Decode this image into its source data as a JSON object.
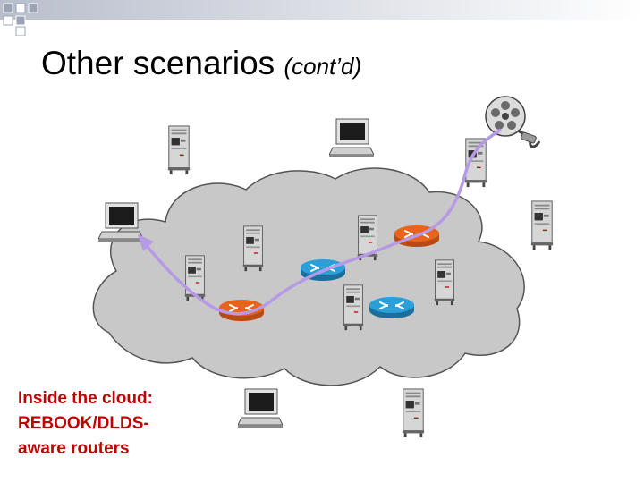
{
  "slide": {
    "title": "Other scenarios",
    "title_suffix": "(cont’d)",
    "caption": [
      "Inside the cloud:",
      "REBOOK/DLDS-",
      "aware routers"
    ]
  },
  "icons": {
    "server": "server-tower-icon",
    "computer": "computer-monitor-icon",
    "router": "router-icon",
    "film": "film-reel-icon"
  },
  "colors": {
    "cloud_fill": "#c8c8c8",
    "cloud_stroke": "#555555",
    "path": "#b79ae6",
    "router_dlds": "#e8641c",
    "router_plain": "#2a9fd8",
    "caption": "#c00000",
    "deco_square": "#9aa3b8"
  }
}
